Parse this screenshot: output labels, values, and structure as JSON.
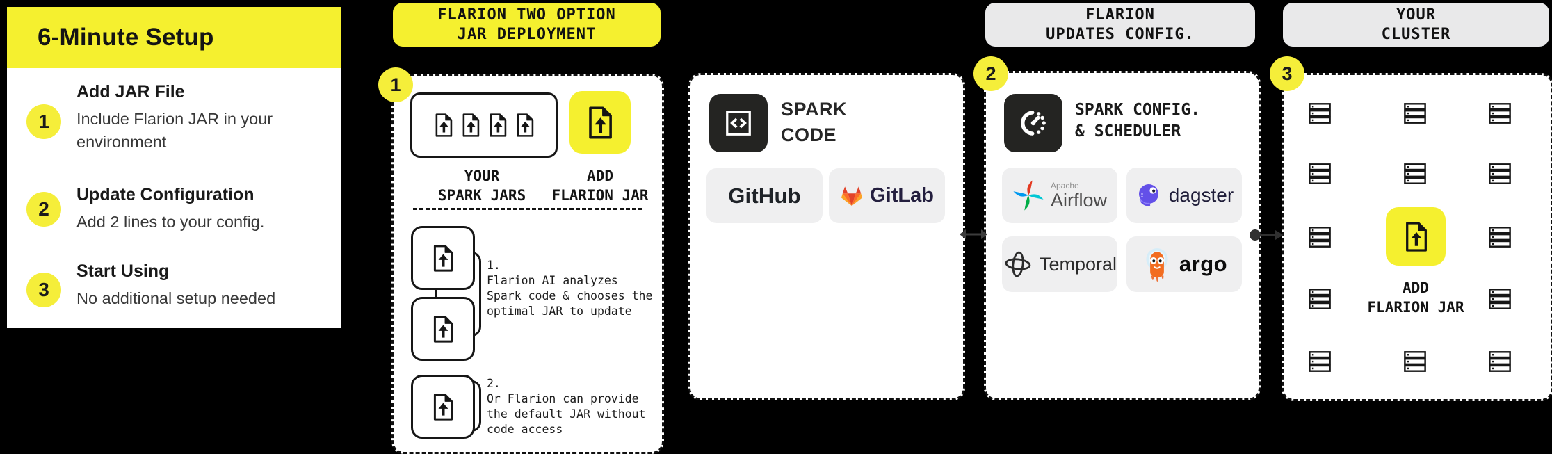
{
  "colors": {
    "background": "#000000",
    "accent_yellow": "#F5F02F",
    "pill_gray": "#E9E9EA",
    "button_gray": "#EFEFF0",
    "tile_dark": "#242422"
  },
  "setup_panel": {
    "title": "6-Minute Setup",
    "steps": [
      {
        "num": "1",
        "title": "Add JAR File",
        "desc": "Include Flarion JAR in your\nenvironment"
      },
      {
        "num": "2",
        "title": "Update Configuration",
        "desc": "Add 2 lines to your config."
      },
      {
        "num": "3",
        "title": "Start Using",
        "desc": "No additional setup needed"
      }
    ]
  },
  "deployment": {
    "header": "FLARION TWO OPTION\nJAR DEPLOYMENT",
    "badge": "1",
    "your_jars_label": "YOUR\nSPARK JARS",
    "add_jar_label": "ADD\nFLARION JAR",
    "options": [
      {
        "text": "1.\nFlarion AI analyzes\nSpark code & chooses the\noptimal JAR to update"
      },
      {
        "text": "2.\nOr Flarion can provide\nthe default JAR without\ncode access"
      }
    ]
  },
  "spark_code": {
    "label": "SPARK\nCODE",
    "github_label": "GitHub",
    "gitlab_label": "GitLab"
  },
  "updates_config": {
    "header": "FLARION\nUPDATES CONFIG.",
    "badge": "2",
    "label": "SPARK CONFIG.\n& SCHEDULER",
    "airflow_small": "Apache",
    "airflow_label": "Airflow",
    "dagster_label": "dagster",
    "temporal_label": "Temporal",
    "argo_label": "argo"
  },
  "cluster": {
    "header": "YOUR\nCLUSTER",
    "badge": "3",
    "add_jar_label": "ADD\nFLARION JAR"
  }
}
